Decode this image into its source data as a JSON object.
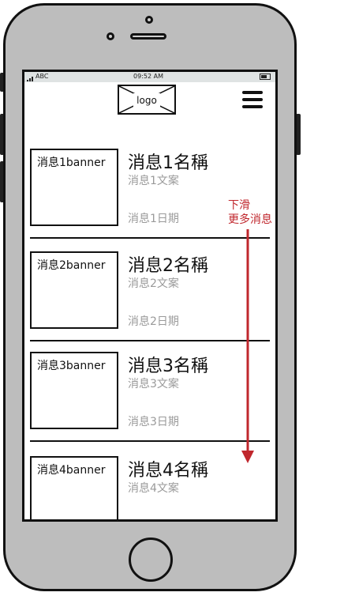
{
  "phone": {
    "status_bar": {
      "carrier": "ABC",
      "time": "09:52 AM"
    },
    "header": {
      "logo": "logo"
    }
  },
  "messages": [
    {
      "banner": "消息1banner",
      "title": "消息1名稱",
      "desc": "消息1文案",
      "date": "消息1日期"
    },
    {
      "banner": "消息2banner",
      "title": "消息2名稱",
      "desc": "消息2文案",
      "date": "消息2日期"
    },
    {
      "banner": "消息3banner",
      "title": "消息3名稱",
      "desc": "消息3文案",
      "date": "消息3日期"
    },
    {
      "banner": "消息4banner",
      "title": "消息4名稱",
      "desc": "消息4文案",
      "date": ""
    }
  ],
  "annotation": {
    "line1": "下滑",
    "line2": "更多消息"
  },
  "colors": {
    "annotation": "#c0272d",
    "muted_text": "#9a9a9a",
    "status_bar": "#dfe3e3"
  },
  "icons": [
    "signal-bars-icon",
    "battery-icon",
    "hamburger-menu-icon",
    "logo-placeholder-icon"
  ]
}
